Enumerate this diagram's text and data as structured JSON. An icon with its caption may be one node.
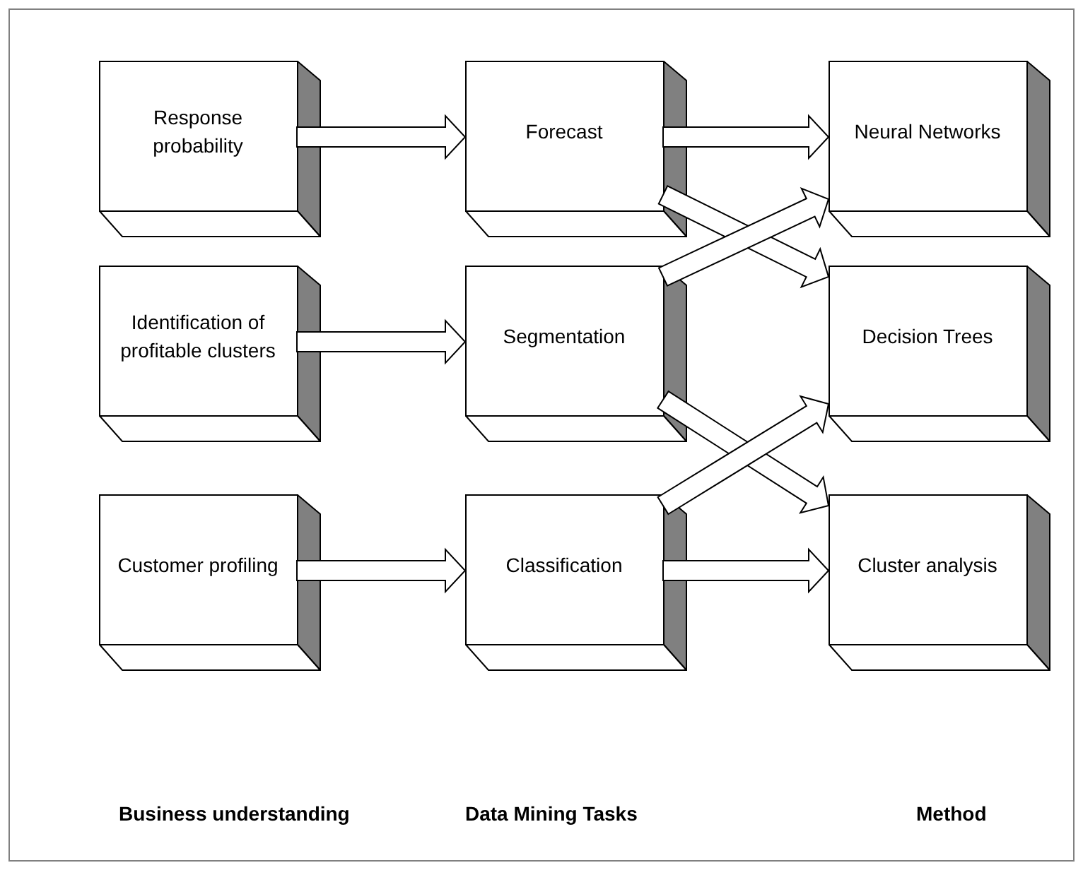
{
  "diagram": {
    "nodes": [
      {
        "text": [
          "Response probability"
        ]
      },
      {
        "text": [
          "Forecast"
        ]
      },
      {
        "text": [
          "Neural Networks"
        ]
      },
      {
        "text": [
          "Identification of profitable clusters"
        ]
      },
      {
        "text": [
          "Segmentation"
        ]
      },
      {
        "text": [
          "Decision Trees"
        ]
      },
      {
        "text": [
          "Customer profiling"
        ]
      },
      {
        "text": [
          "Classification"
        ]
      },
      {
        "text": [
          "Cluster analysis"
        ]
      }
    ],
    "edges": [
      {
        "from": 0,
        "to": 1,
        "arrow": "to"
      },
      {
        "from": 1,
        "to": 2,
        "arrow": "to"
      },
      {
        "from": 1,
        "to": 5,
        "arrow": "to"
      },
      {
        "from": 4,
        "to": 2,
        "arrow": "to"
      },
      {
        "from": 3,
        "to": 4,
        "arrow": "to"
      },
      {
        "from": 4,
        "to": 8,
        "arrow": "to"
      },
      {
        "from": 7,
        "to": 5,
        "arrow": "to"
      },
      {
        "from": 6,
        "to": 7,
        "arrow": "to"
      },
      {
        "from": 7,
        "to": 8,
        "arrow": "to"
      }
    ],
    "labels": [
      "Business understanding",
      "Data Mining Tasks",
      "Method"
    ]
  }
}
